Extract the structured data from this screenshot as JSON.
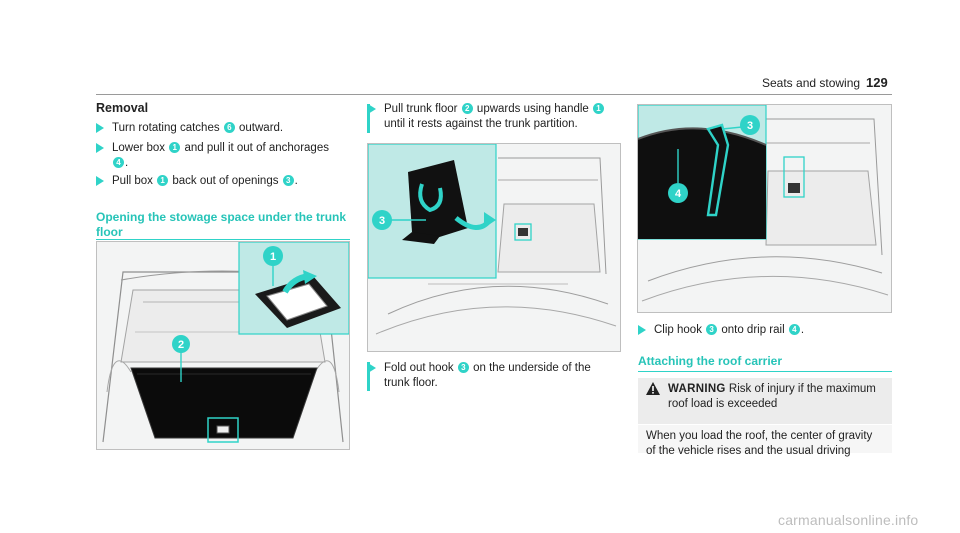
{
  "header": {
    "section_title": "Seats and stowing",
    "page_number": "129"
  },
  "removal": {
    "heading": "Removal",
    "steps": [
      {
        "before": "Turn rotating catches",
        "num": "6",
        "after": "outward."
      },
      {
        "before": "Lower box",
        "num": "1",
        "mid": "and pull it out of anchorages",
        "num2": "4",
        "after": "."
      },
      {
        "before": "Pull box",
        "num": "1",
        "mid": "back out of openings",
        "num2": "3",
        "after": "."
      }
    ]
  },
  "opening": {
    "heading_line1": "Opening the stowage space under the trunk",
    "heading_line2": "floor",
    "figure": {
      "callout_1": "1",
      "callout_2": "2"
    }
  },
  "middle": {
    "step1": {
      "line1_before": "Pull trunk floor",
      "num": "2",
      "line1_mid": "upwards using handle",
      "num2": "1",
      "line2": "until it rests against the trunk partition."
    },
    "figure": {
      "callout_3": "3"
    },
    "step2": {
      "line1_before": "Fold out hook",
      "num": "3",
      "line1_after": "on the underside of the",
      "line2": "trunk floor."
    }
  },
  "right": {
    "figure": {
      "callout_3": "3",
      "callout_4": "4"
    },
    "step": {
      "before": "Clip hook",
      "num": "3",
      "mid": "onto drip rail",
      "num2": "4",
      "after": "."
    },
    "roof_heading": "Attaching the roof carrier",
    "warning": {
      "label": "WARNING",
      "title_rest": "Risk of injury if the maximum",
      "title_line2": "roof load is exceeded",
      "body_line1": "When you load the roof, the center of gravity",
      "body_line2": "of the vehicle rises and the usual driving"
    }
  },
  "watermark": "carmanualsonline.info",
  "colors": {
    "accent": "#2fd3c8",
    "panel": "#bfe9e6",
    "mat": "#0b0b0b"
  }
}
